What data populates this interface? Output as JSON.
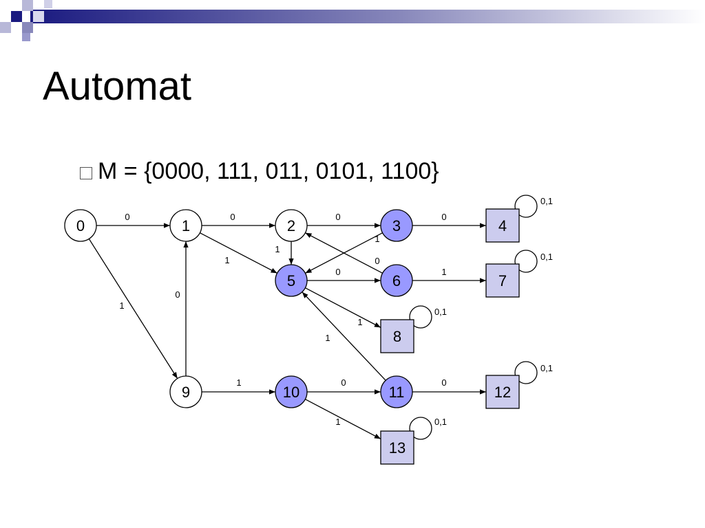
{
  "slide": {
    "title": "Automat",
    "bullet": "M = {0000, 111, 011, 0101, 1100}"
  },
  "colors": {
    "accent_state": "#9999ff",
    "final_state": "#ccccee",
    "banner_dark": "#1a1a80",
    "banner_mid": "#8888bb"
  },
  "diagram": {
    "nodes": [
      {
        "id": "0",
        "label": "0",
        "kind": "plain"
      },
      {
        "id": "1",
        "label": "1",
        "kind": "plain"
      },
      {
        "id": "2",
        "label": "2",
        "kind": "plain"
      },
      {
        "id": "3",
        "label": "3",
        "kind": "accent"
      },
      {
        "id": "4",
        "label": "4",
        "kind": "final"
      },
      {
        "id": "5",
        "label": "5",
        "kind": "accent"
      },
      {
        "id": "6",
        "label": "6",
        "kind": "accent"
      },
      {
        "id": "7",
        "label": "7",
        "kind": "final"
      },
      {
        "id": "8",
        "label": "8",
        "kind": "final"
      },
      {
        "id": "9",
        "label": "9",
        "kind": "plain"
      },
      {
        "id": "10",
        "label": "10",
        "kind": "accent"
      },
      {
        "id": "11",
        "label": "11",
        "kind": "accent"
      },
      {
        "id": "12",
        "label": "12",
        "kind": "final"
      },
      {
        "id": "13",
        "label": "13",
        "kind": "final"
      }
    ],
    "edges": [
      {
        "from": "0",
        "to": "1",
        "label": "0"
      },
      {
        "from": "1",
        "to": "2",
        "label": "0"
      },
      {
        "from": "2",
        "to": "3",
        "label": "0"
      },
      {
        "from": "3",
        "to": "4",
        "label": "0"
      },
      {
        "from": "0",
        "to": "9",
        "label": "1"
      },
      {
        "from": "9",
        "to": "1",
        "label": "0"
      },
      {
        "from": "1",
        "to": "5",
        "label": "1"
      },
      {
        "from": "2",
        "to": "5",
        "label": "1"
      },
      {
        "from": "3",
        "to": "5",
        "label": "1"
      },
      {
        "from": "6",
        "to": "2",
        "label": "0"
      },
      {
        "from": "5",
        "to": "6",
        "label": "0"
      },
      {
        "from": "6",
        "to": "7",
        "label": "1"
      },
      {
        "from": "5",
        "to": "8",
        "label": "1"
      },
      {
        "from": "11",
        "to": "5",
        "label": "1"
      },
      {
        "from": "9",
        "to": "10",
        "label": "1"
      },
      {
        "from": "10",
        "to": "11",
        "label": "0"
      },
      {
        "from": "11",
        "to": "12",
        "label": "0"
      },
      {
        "from": "10",
        "to": "13",
        "label": "1"
      }
    ],
    "loops": [
      {
        "node": "4",
        "label": "0,1"
      },
      {
        "node": "7",
        "label": "0,1"
      },
      {
        "node": "8",
        "label": "0,1"
      },
      {
        "node": "12",
        "label": "0,1"
      },
      {
        "node": "13",
        "label": "0,1"
      }
    ]
  }
}
